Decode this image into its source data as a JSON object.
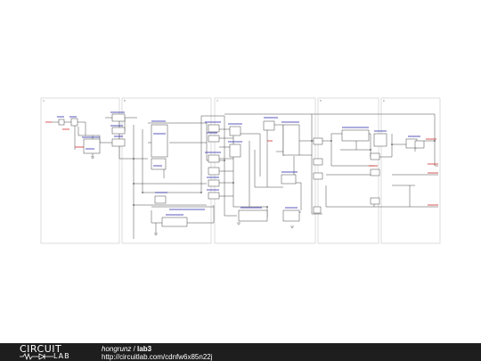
{
  "schematic": {
    "sections": [
      {
        "id": "a",
        "label": "A"
      },
      {
        "id": "b",
        "label": "B"
      },
      {
        "id": "c",
        "label": "C"
      },
      {
        "id": "d",
        "label": "D"
      },
      {
        "id": "e",
        "label": "E"
      }
    ],
    "colors": {
      "frame": "#c8c8c8",
      "wire": "#333333",
      "component_text": "#2222aa",
      "net_label": "#cc2222"
    }
  },
  "footer": {
    "logo_top": "CIRCUIT",
    "logo_bottom": "LAB",
    "author": "hongrunz",
    "separator": " / ",
    "title": "lab3",
    "url": "http://circuitlab.com/cdnfw6x85n22j"
  }
}
